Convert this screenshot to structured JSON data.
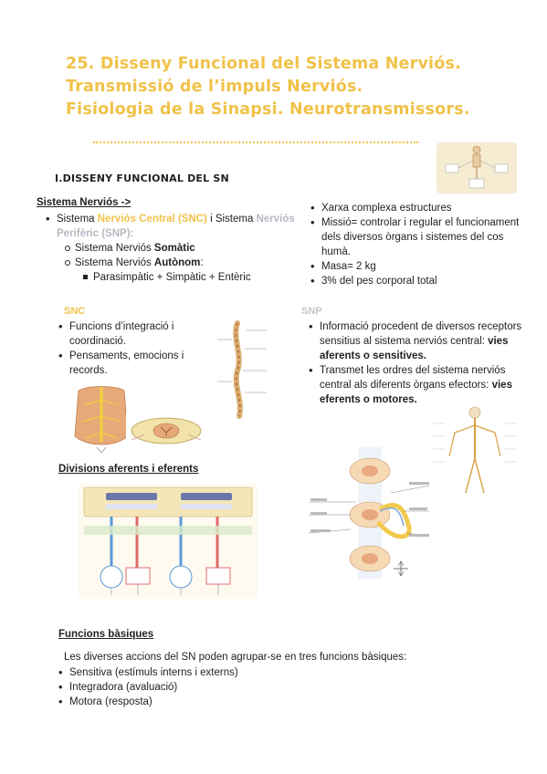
{
  "title": {
    "line1": "25. Disseny Funcional del Sistema Nerviós.",
    "line2": "Transmissió de l’impuls Nerviós.",
    "line3": "Fisiologia de la Sinapsi. Neurotransmissors."
  },
  "section1": {
    "heading": "I.DISSENY FUNCIONAL DEL SN"
  },
  "sistema": {
    "heading": "Sistema Nerviós ->",
    "b1_pre": "Sistema ",
    "b1_snc": "Nerviós Central (SNC)",
    "b1_mid": " i Sistema ",
    "b1_snp": "Nerviós Perifèric (SNP):",
    "sub1_pre": "Sistema Nerviós ",
    "sub1_bold": "Somàtic",
    "sub2_pre": "Sistema Nerviós ",
    "sub2_bold": "Autònom",
    "sub2_post": ":",
    "subsub": "Parasimpàtic + Simpàtic + Entèric"
  },
  "features": [
    "Xarxa complexa estructures",
    "Missió= controlar i regular el funcionament dels diversos òrgans i sistemes del cos humà.",
    "Masa= 2 kg",
    "3% del pes corporal total"
  ],
  "snc": {
    "label": "SNC",
    "items": [
      "Funcions d’integració i coordinació.",
      "Pensaments, emocions i records."
    ]
  },
  "snp": {
    "label": "SNP",
    "item1_pre": "Informació procedent de diversos receptors sensitius al sistema nerviós central: ",
    "item1_bold": "vies aferents o sensitives.",
    "item2_pre": "Transmet les ordres del sistema nerviós central als diferents òrgans efectors: ",
    "item2_bold": "vies eferents o motores."
  },
  "divisions": {
    "heading": "Divisions aferents i eferents"
  },
  "funcions": {
    "heading": "Funcions bàsiques",
    "intro": "Les diverses accions del SN poden agrupar-se en tres funcions bàsiques:",
    "items": [
      "Sensitiva (estímuls interns i externs)",
      "Integradora (avaluació)",
      "Motora (resposta)"
    ]
  },
  "colors": {
    "title_yellow": "#f0c24a",
    "snp_grey": "#c4c4cc",
    "text": "#222222"
  }
}
